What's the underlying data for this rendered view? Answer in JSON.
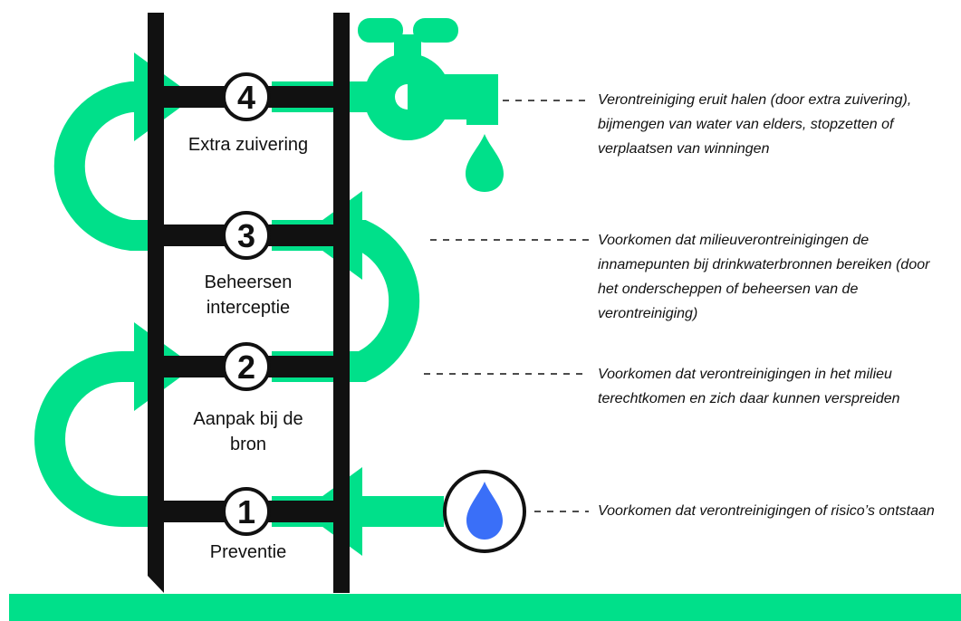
{
  "colors": {
    "accent": "#00E08A",
    "ladder": "#111111",
    "drop": "#3A6FF8",
    "background": "#ffffff"
  },
  "icons": {
    "tap": "water-tap-icon",
    "droplet": "water-droplet-icon",
    "source": "water-source-droplet-icon"
  },
  "steps": [
    {
      "number": "1",
      "label": "Preventie",
      "description": "Voorkomen dat verontreinigingen of risico’s ontstaan"
    },
    {
      "number": "2",
      "label": "Aanpak bij de bron",
      "description": "Voorkomen dat verontreinigingen in het milieu terechtkomen en zich daar kunnen verspreiden"
    },
    {
      "number": "3",
      "label": "Beheersen interceptie",
      "description": "Voorkomen dat milieuverontreinigingen de innamepunten bij drinkwaterbronnen bereiken (door het onderscheppen of beheersen van de verontreiniging)"
    },
    {
      "number": "4",
      "label": "Extra zuivering",
      "description": "Verontreiniging eruit halen (door extra zuivering), bijmengen van water van elders, stopzetten of verplaatsen van winningen"
    }
  ]
}
